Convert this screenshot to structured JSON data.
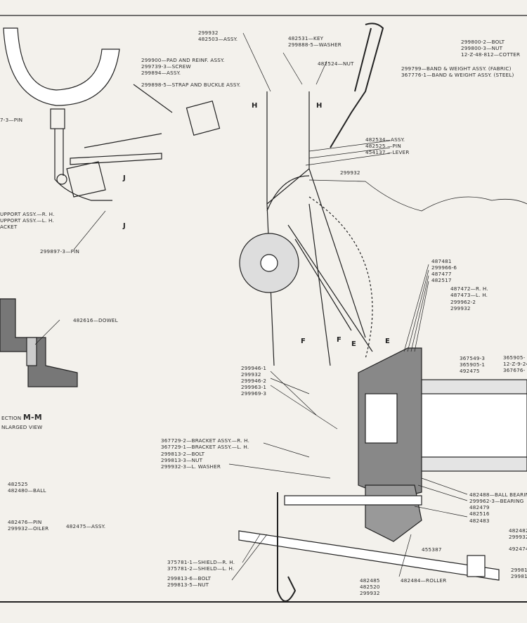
{
  "labels": {
    "top_center_1": "299932",
    "top_center_2": "482503—ASSY.",
    "key": "482531—KEY",
    "washer": "299888-5—WASHER",
    "nut": "482524—NUT",
    "pad": "299900—PAD AND REINF. ASSY.",
    "screw": "299739-3—SCREW",
    "assy_894": "299894—ASSY.",
    "strap": "299898-5—STRAP AND BUCKLE ASSY.",
    "bolt_800": "299800-2—BOLT",
    "nut_800": "299800-3—NUT",
    "cotter": "12-Z-48-812—COTTER",
    "band_fabric": "299799—BAND & WEIGHT ASSY. (FABRIC)",
    "band_steel": "367776-1—BAND & WEIGHT ASSY. (STEEL)",
    "pin_left_top": "7-3—PIN",
    "lever_assy": "482534—ASSY.",
    "lever_pin": "482525 —PIN",
    "lever": "454137 —LEVER",
    "lever_299932": "299932",
    "support_rh": "UPPORT ASSY.—R. H.",
    "support_lh": "UPPORT ASSY.—L. H.",
    "bracket": "ACKET",
    "pin_897": "299897-3—PIN",
    "dowel": "482616—DOWEL",
    "section": "ECTION",
    "section_id": "M-M",
    "enlarged": "NLARGED VIEW",
    "r_487481": "487481",
    "r_299966": "299966-6",
    "r_487477": "487477",
    "r_482517": "482517",
    "r_487472": "487472—R. H.",
    "r_487473": "487473—L. H.",
    "r_299962_2": "299962-2",
    "r_299932": "299932",
    "r_367549": "367549-3",
    "r_365905_1": "365905-1",
    "r_492475": "492475",
    "r_365905_x": "365905-",
    "r_12z": "12-Z-9-24",
    "r_367676": "367676-",
    "m_299946_1": "299946-1",
    "m_299932": "299932",
    "m_299946_2": "299946-2",
    "m_299963": "299963-1",
    "m_299969": "299969-3",
    "bracket_rh": "367729-2—BRACKET ASSY.—R. H.",
    "bracket_lh": "367729-1—BRACKET ASSY.—L. H.",
    "bolt_813": "299813-2—BOLT",
    "nut_813": "299813-3—NUT",
    "lwasher": "299932-3—L. WASHER",
    "l_482525": "482525",
    "ball": "482480—BALL",
    "pin_476": "482476—PIN",
    "oiler": "299932—OILER",
    "assy_475": "482475—ASSY.",
    "ball_bearing": "482488—BALL BEARIN",
    "bearing": "299962-3—BEARING",
    "b_482479": "482479",
    "b_482516": "482516",
    "b_482483": "482483",
    "b_482482": "482482",
    "b_299932": "299932",
    "b_492474": "492474",
    "b_455387": "455387",
    "b_29981a": "29981",
    "b_29981b": "29981",
    "shield_rh": "375781-1—SHIELD—R. H.",
    "shield_lh": "375781-2—SHIELD—L. H.",
    "bolt_6": "299813-6—BOLT",
    "nut_5": "299813-5—NUT",
    "bot_482485": "482485",
    "bot_482520": "482520",
    "bot_299932": "299932",
    "roller": "482484—ROLLER"
  },
  "markers": {
    "h1": "H",
    "h2": "H",
    "j1": "J",
    "j2": "J",
    "f1": "F",
    "f2": "F",
    "e1": "E",
    "e2": "E"
  }
}
